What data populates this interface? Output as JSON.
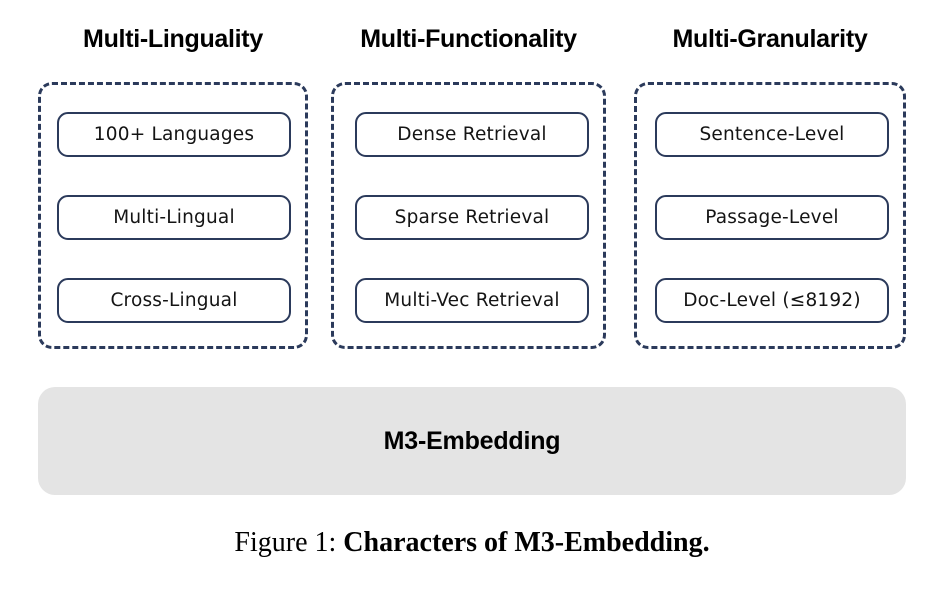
{
  "figure": {
    "columns": [
      {
        "header": "Multi-Linguality",
        "items": [
          "100+ Languages",
          "Multi-Lingual",
          "Cross-Lingual"
        ]
      },
      {
        "header": "Multi-Functionality",
        "items": [
          "Dense Retrieval",
          "Sparse Retrieval",
          "Multi-Vec Retrieval"
        ]
      },
      {
        "header": "Multi-Granularity",
        "items": [
          "Sentence-Level",
          "Passage-Level",
          "Doc-Level (≤8192)"
        ]
      }
    ],
    "base_bar": {
      "label": "M3-Embedding"
    },
    "caption": {
      "prefix": "Figure 1: ",
      "title": "Characters of M3-Embedding."
    },
    "colors": {
      "outline": "#2b3a5b",
      "bar_fill": "#e4e4e4",
      "text": "#141414",
      "background": "#ffffff"
    }
  }
}
